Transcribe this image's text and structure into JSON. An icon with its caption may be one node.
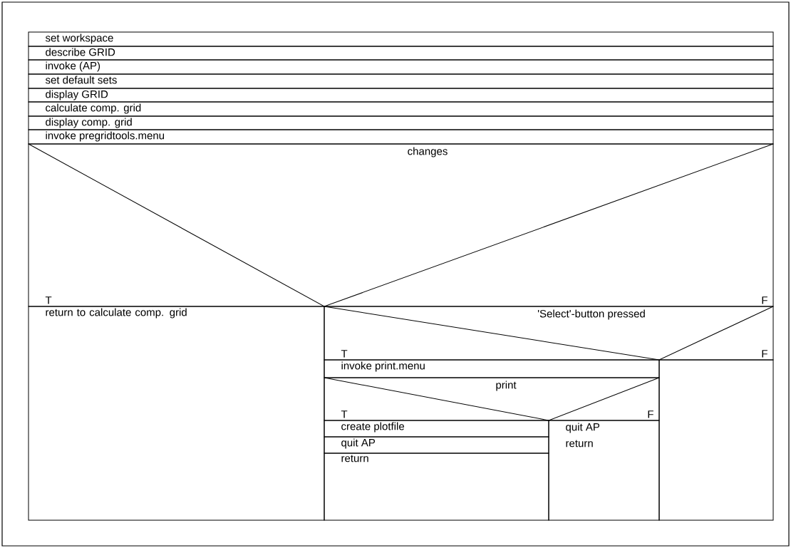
{
  "diagram": {
    "nodes": [
      {
        "text": [
          "set workspace"
        ]
      },
      {
        "text": [
          "describe GRID"
        ]
      },
      {
        "text": [
          "invoke (AP)"
        ]
      },
      {
        "text": [
          "set default sets"
        ]
      },
      {
        "text": [
          "display GRID"
        ]
      },
      {
        "text": [
          "calculate comp. grid"
        ]
      },
      {
        "text": [
          "display comp. grid"
        ]
      },
      {
        "text": [
          "invoke pregridtools.menu"
        ]
      },
      {
        "text": [
          "changes",
          "T",
          "F"
        ]
      },
      {
        "text": [
          "return to calculate comp. grid"
        ]
      },
      {
        "text": [
          "'Select'-button pressed",
          "T",
          "F"
        ]
      },
      {
        "text": [
          "invoke print.menu"
        ]
      },
      {
        "text": [
          "print",
          "T",
          "F"
        ]
      },
      {
        "text": [
          "create plotfile"
        ]
      },
      {
        "text": [
          "quit AP"
        ]
      },
      {
        "text": [
          "return"
        ]
      },
      {
        "text": [
          "quit AP",
          "return"
        ]
      },
      {
        "text": [],
        "shape": "box"
      }
    ]
  }
}
